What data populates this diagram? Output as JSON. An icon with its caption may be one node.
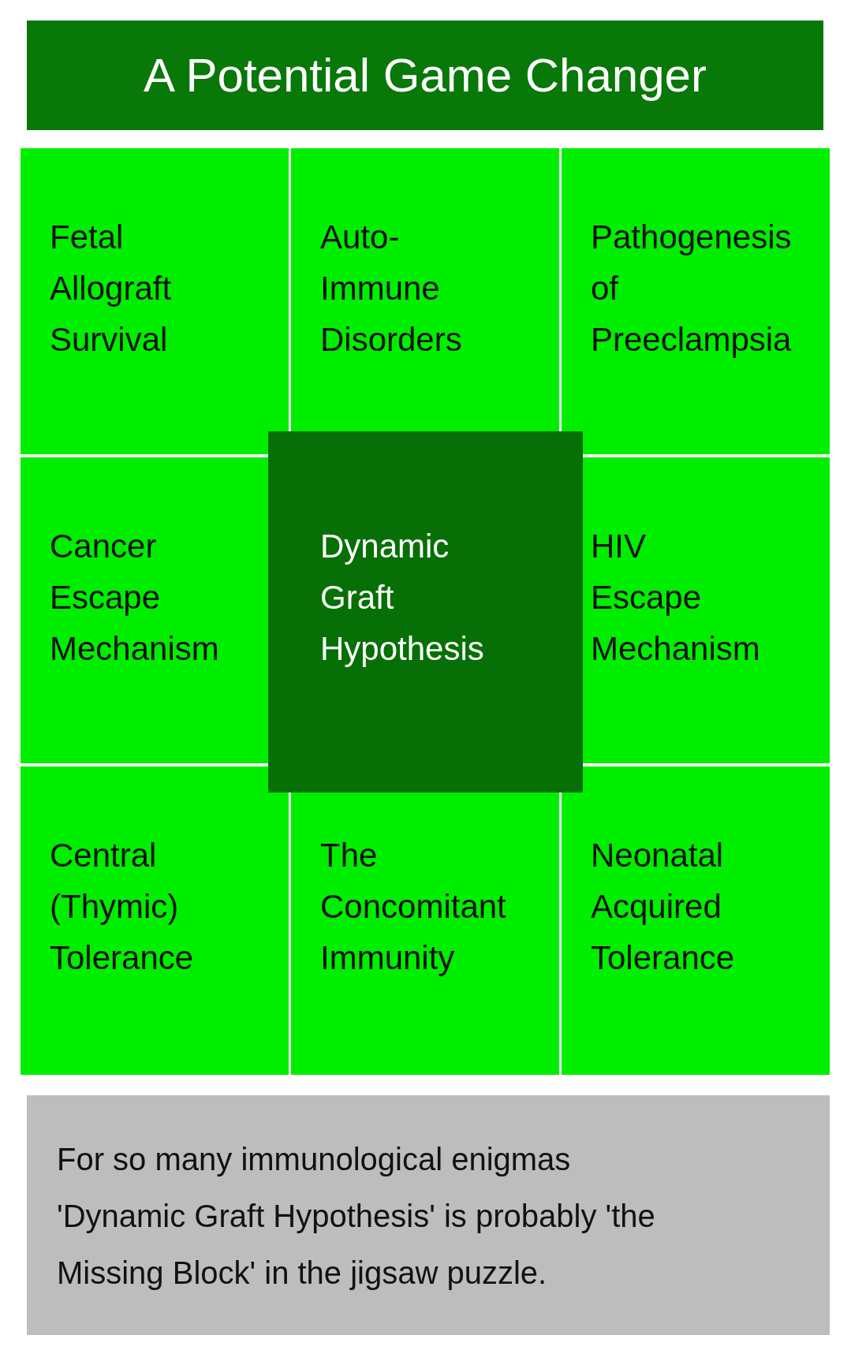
{
  "diagram": {
    "title": "A Potential Game Changer",
    "nodes": [
      {
        "text": [
          "Fetal Allograft Survival"
        ]
      },
      {
        "text": [
          "Auto- Immune Disorders"
        ]
      },
      {
        "text": [
          "Pathogenesis of Preeclampsia"
        ]
      },
      {
        "text": [
          "Cancer Escape Mechanism"
        ]
      },
      {
        "text": [
          "Dynamic Graft Hypothesis"
        ]
      },
      {
        "text": [
          "HIV Escape Mechanism"
        ]
      },
      {
        "text": [
          "Central (Thymic) Tolerance"
        ]
      },
      {
        "text": [
          "The Concomitant Immunity"
        ]
      },
      {
        "text": [
          "Neonatal Acquired Tolerance"
        ]
      },
      {
        "text": [
          "For so many immunological enigmas 'Dynamic Graft Hypothesis' is probably 'the Missing Block' in the jigsaw puzzle."
        ]
      }
    ]
  }
}
